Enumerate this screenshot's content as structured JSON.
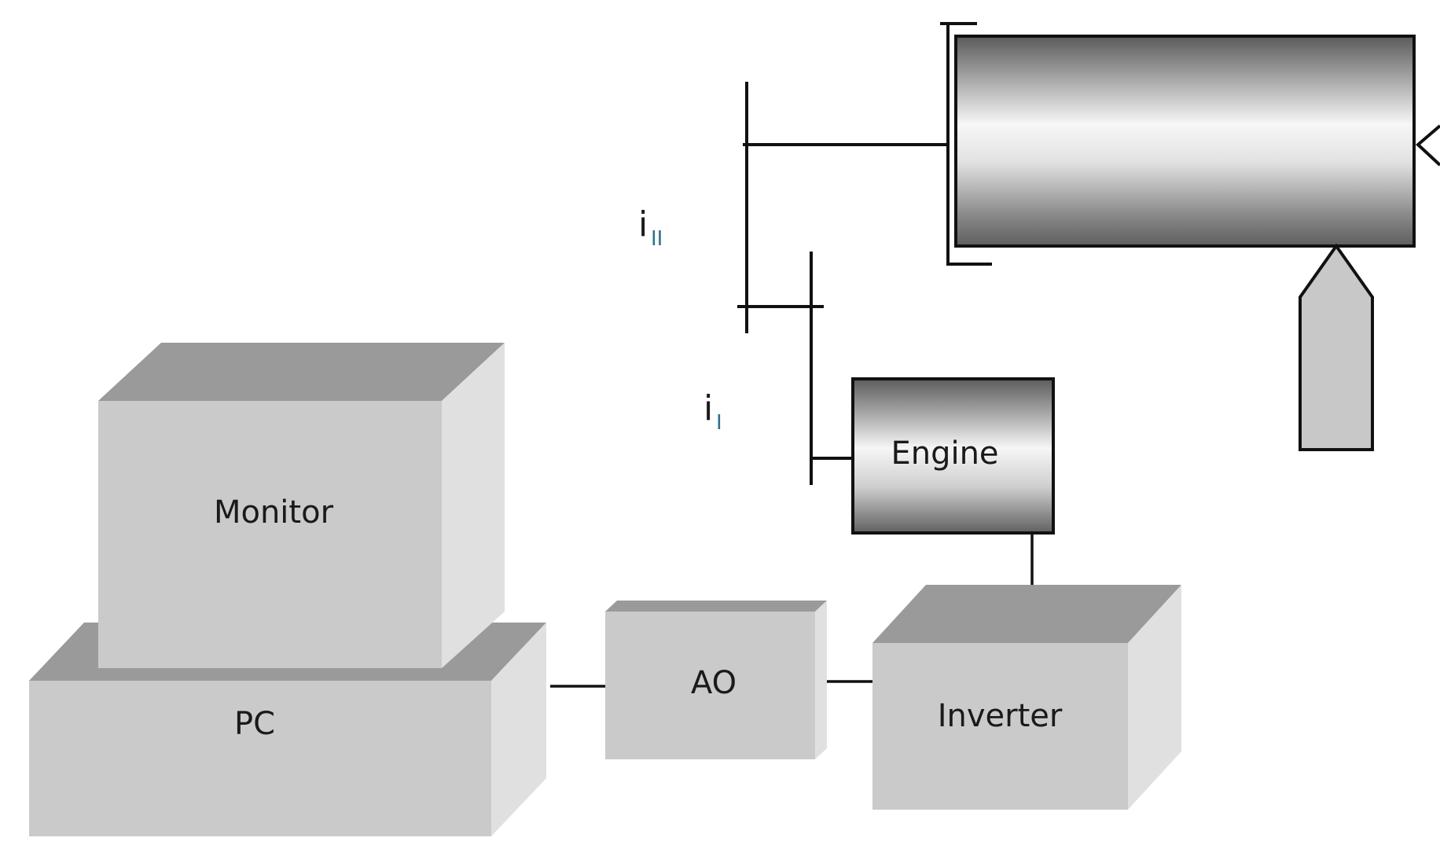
{
  "components": {
    "monitor": "Monitor",
    "pc": "PC",
    "ao": "AO",
    "inverter": "Inverter",
    "engine": "Engine"
  },
  "ratios": {
    "first": {
      "main": "i",
      "sub": "I"
    },
    "second": {
      "main": "i",
      "sub": "II"
    }
  },
  "colors": {
    "box_front": "#cacaca",
    "box_top": "#9a9a9a",
    "box_side": "#e0e0e0",
    "line": "#111111",
    "subscript": "#2e6f8e"
  }
}
